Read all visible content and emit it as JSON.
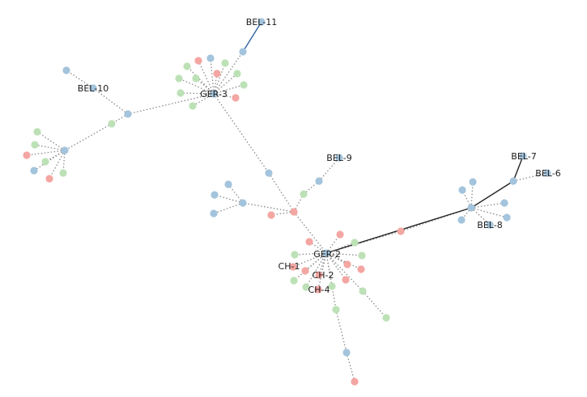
{
  "colors": {
    "blue": "#a3c4dc",
    "pink": "#f4a6a2",
    "green": "#bde1b6",
    "edge_dotted": "#8a8a8a",
    "edge_solid_dark": "#222222",
    "edge_solid_blue": "#2e63a4"
  },
  "labels": {
    "ger2": "GER-2",
    "ger3": "GER-3",
    "bel6": "BEL-6",
    "bel7": "BEL-7",
    "bel8": "BEL-8",
    "bel9": "BEL-9",
    "bel10": "BEL-10",
    "bel11": "BEL-11",
    "ch1": "CH-1",
    "ch2": "CH-2",
    "ch4": "CH-4"
  }
}
